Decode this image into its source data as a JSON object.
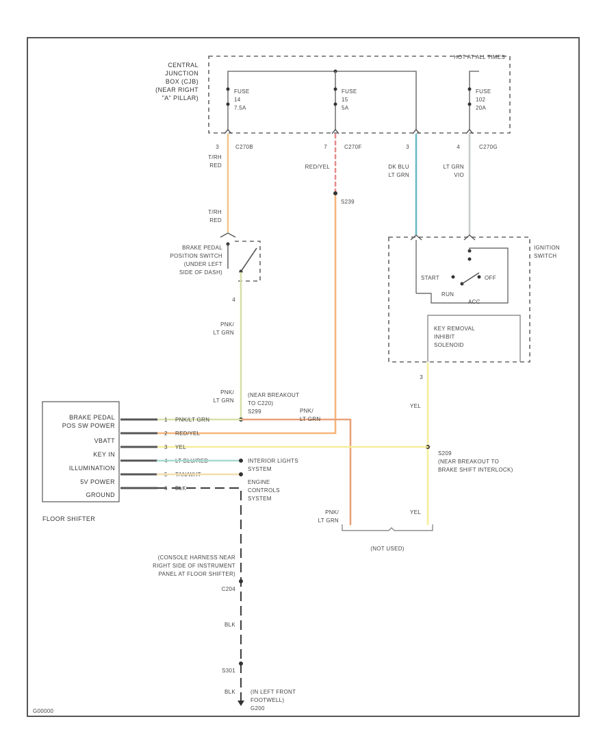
{
  "diagram": {
    "hot_label": "HOT AT ALL TIMES",
    "cjb_label": [
      "CENTRAL",
      "JUNCTION",
      "BOX (CJB)",
      "(NEAR RIGHT",
      "\"A\" PILLAR)"
    ],
    "fuses": [
      {
        "line1": "FUSE",
        "line2": "14",
        "line3": "7.5A"
      },
      {
        "line1": "FUSE",
        "line2": "15",
        "line3": "5A"
      },
      {
        "line1": "FUSE",
        "line2": "102",
        "line3": "20A"
      }
    ],
    "connectors": [
      {
        "pin": "3",
        "name": "C270B"
      },
      {
        "pin": "7",
        "name": "C270F"
      },
      {
        "pin": "3",
        "name": ""
      },
      {
        "pin": "4",
        "name": "C270G"
      }
    ],
    "wires": {
      "tan_red_1": [
        "T/RH",
        "RED"
      ],
      "red_yel": "RED/YEL",
      "dk_blu_lt_grn": [
        "DK BLU",
        "LT GRN"
      ],
      "lt_grn_vio": [
        "LT GRN",
        "VIO"
      ],
      "tan_red_2": [
        "T/RH",
        "RED"
      ],
      "pnk_lt_grn_1": [
        "PNK/",
        "LT GRN"
      ],
      "pnk_lt_grn_2": [
        "PNK/",
        "LT GRN"
      ],
      "pnk_lt_grn_3": [
        "PNK/",
        "LT GRN"
      ],
      "pnk_lt_grn_4": [
        "PNK/",
        "LT GRN"
      ],
      "yel_1": "YEL",
      "yel_2": "YEL",
      "blk_1": "BLK",
      "blk_2": "BLK"
    },
    "splices": {
      "s239": "S239",
      "s299": "S299",
      "s299_note": [
        "(NEAR BREAKOUT",
        "TO C220)"
      ],
      "s209_name": "S209",
      "s209_note": [
        "(NEAR BREAKOUT TO",
        "BRAKE SHIFT INTERLOCK)"
      ],
      "s301": "S301"
    },
    "brake_switch_label": [
      "BRAKE PEDAL",
      "POSITION SWITCH",
      "(UNDER LEFT",
      "SIDE OF DASH)"
    ],
    "brake_switch_pin": "4",
    "ignition_label": [
      "IGNITION",
      "SWITCH"
    ],
    "ign_positions": {
      "start": "START",
      "off": "OFF",
      "run": "RUN",
      "acc": "ACC"
    },
    "solenoid_label": [
      "KEY REMOVAL",
      "INHIBIT",
      "SOLENOID"
    ],
    "solenoid_pin": "3",
    "floor_shifter": {
      "label": "FLOOR SHIFTER",
      "rows": [
        "BRAKE PEDAL",
        "POS SW POWER",
        "VBATT",
        "KEY IN",
        "ILLUMINATION",
        "5V POWER",
        "GROUND"
      ],
      "pins": [
        {
          "pin": "1",
          "color": "PNK/LT GRN"
        },
        {
          "pin": "2",
          "color": "RED/YEL"
        },
        {
          "pin": "3",
          "color": "YEL"
        },
        {
          "pin": "4",
          "color": "LT BLU/RED"
        },
        {
          "pin": "5",
          "color": "TAN/WHT"
        },
        {
          "pin": "6",
          "color": "BLK"
        }
      ],
      "conn": "C204"
    },
    "to_labels": [
      "INTERIOR LIGHTS",
      "SYSTEM",
      "ENGINE",
      "CONTROLS",
      "SYSTEM"
    ],
    "not_used": "(NOT USED)",
    "console_label": [
      "(CONSOLE HARNESS NEAR",
      "RIGHT SIDE OF INSTRUMENT",
      "PANEL AT FLOOR SHIFTER)"
    ],
    "ground_label": [
      "(IN LEFT FRONT",
      "FOOTWELL)",
      "G200"
    ],
    "footer": "G00000"
  }
}
